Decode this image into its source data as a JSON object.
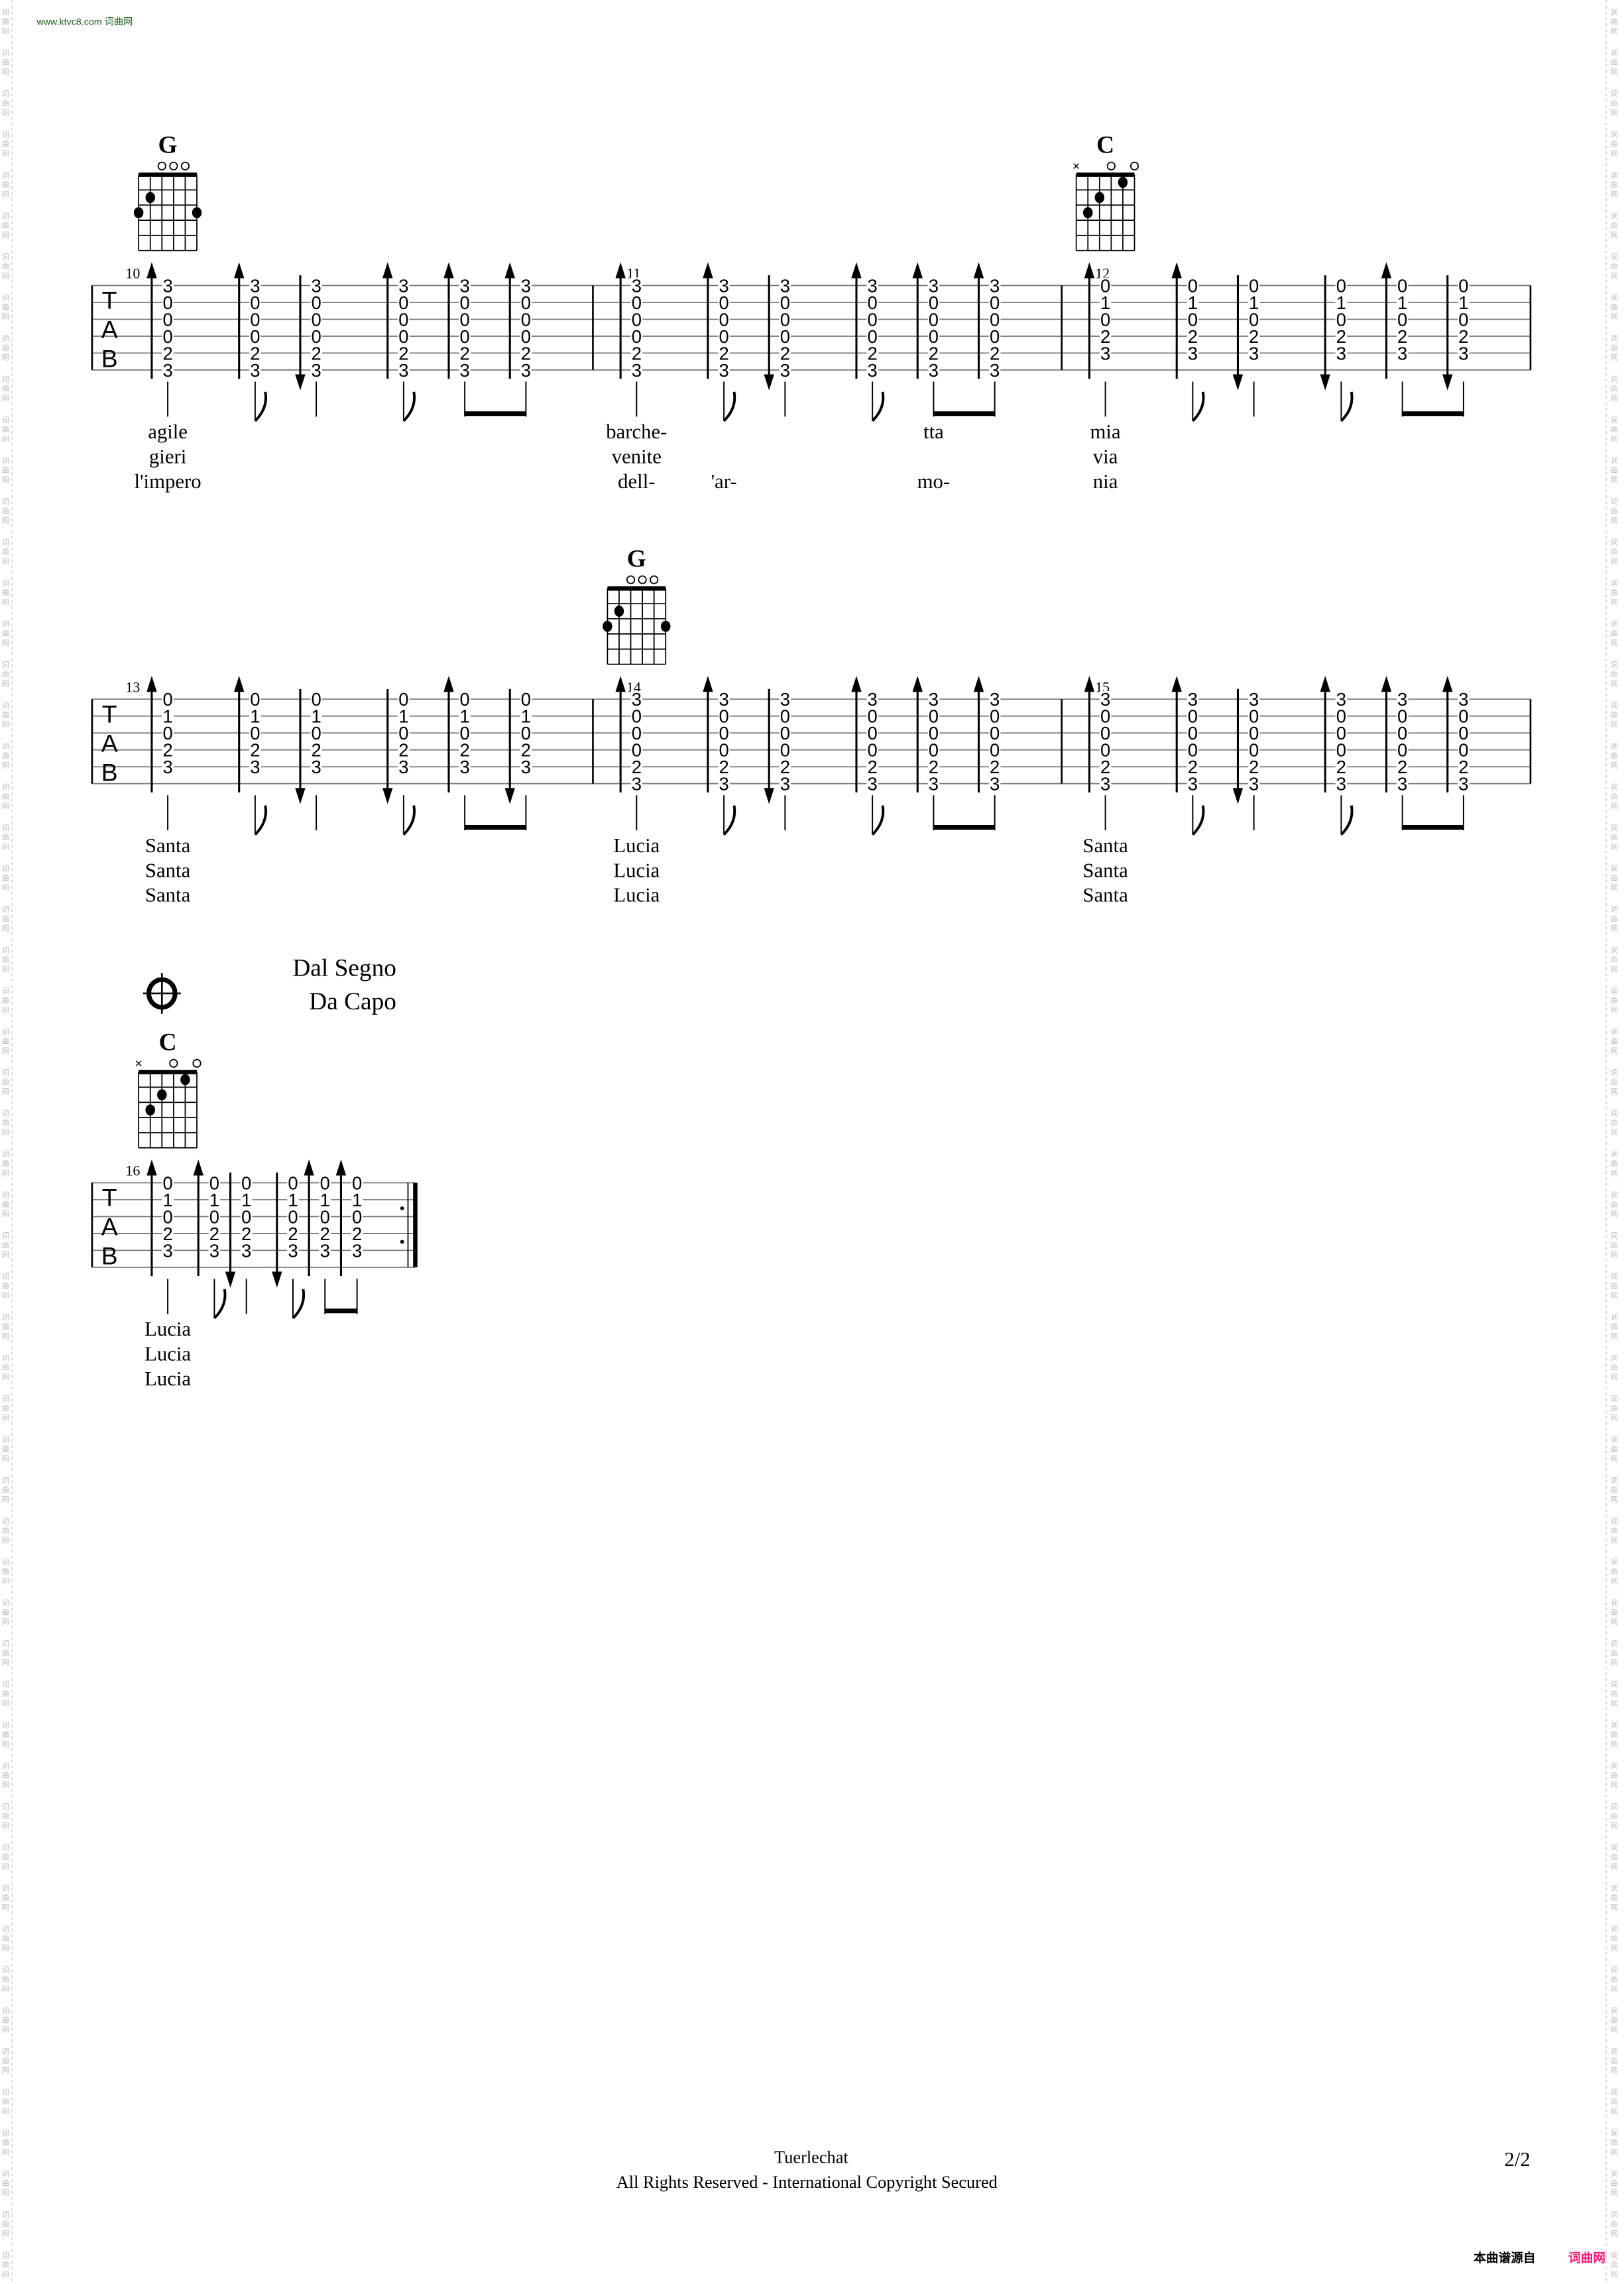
{
  "header": {
    "site": "www.ktvc8.com 词曲网",
    "site_color": "#1a5e1a"
  },
  "watermark": {
    "text": "词曲网",
    "color": "#b8b8b8"
  },
  "chords": {
    "G": {
      "name": "G",
      "shape": "320003"
    },
    "C": {
      "name": "C",
      "shape": "x32010"
    }
  },
  "tab_clef": [
    "T",
    "A",
    "B"
  ],
  "measures": [
    {
      "number": "10",
      "system": 0,
      "chord": "G",
      "frets": [
        "3",
        "0",
        "0",
        "0",
        "2",
        "3"
      ],
      "strokes": [
        "up",
        "up",
        "down",
        "up",
        "up",
        "up"
      ],
      "lyrics": [
        {
          "beat": 0,
          "lines": [
            "agile",
            "gieri",
            "l'impero"
          ]
        }
      ]
    },
    {
      "number": "11",
      "system": 0,
      "chord": null,
      "frets": [
        "3",
        "0",
        "0",
        "0",
        "2",
        "3"
      ],
      "strokes": [
        "up",
        "up",
        "down",
        "up",
        "up",
        "up"
      ],
      "lyrics": [
        {
          "beat": 0,
          "lines": [
            "barche-",
            "venite",
            "dell-"
          ]
        },
        {
          "beat": 1,
          "lines": [
            "",
            "",
            "'ar-"
          ]
        },
        {
          "beat": 4,
          "lines": [
            "tta",
            "",
            "mo-"
          ]
        }
      ]
    },
    {
      "number": "12",
      "system": 0,
      "chord": "C",
      "frets": [
        "0",
        "1",
        "0",
        "2",
        "3",
        ""
      ],
      "strokes": [
        "up",
        "up",
        "down",
        "down",
        "up",
        "down"
      ],
      "lyrics": [
        {
          "beat": 0,
          "lines": [
            "mia",
            "via",
            "nia"
          ]
        }
      ]
    },
    {
      "number": "13",
      "system": 1,
      "chord": null,
      "frets": [
        "0",
        "1",
        "0",
        "2",
        "3",
        ""
      ],
      "strokes": [
        "up",
        "up",
        "down",
        "down",
        "up",
        "down"
      ],
      "lyrics": [
        {
          "beat": 0,
          "lines": [
            "Santa",
            "Santa",
            "Santa"
          ]
        }
      ]
    },
    {
      "number": "14",
      "system": 1,
      "chord": "G",
      "frets": [
        "3",
        "0",
        "0",
        "0",
        "2",
        "3"
      ],
      "strokes": [
        "up",
        "up",
        "down",
        "up",
        "up",
        "up"
      ],
      "lyrics": [
        {
          "beat": 0,
          "lines": [
            "Lucia",
            "Lucia",
            "Lucia"
          ]
        }
      ]
    },
    {
      "number": "15",
      "system": 1,
      "chord": null,
      "frets": [
        "3",
        "0",
        "0",
        "0",
        "2",
        "3"
      ],
      "strokes": [
        "up",
        "up",
        "down",
        "up",
        "up",
        "up"
      ],
      "lyrics": [
        {
          "beat": 0,
          "lines": [
            "Santa",
            "Santa",
            "Santa"
          ]
        }
      ]
    },
    {
      "number": "16",
      "system": 2,
      "chord": "C",
      "frets": [
        "0",
        "1",
        "0",
        "2",
        "3",
        ""
      ],
      "strokes": [
        "up",
        "up",
        "down",
        "down",
        "up",
        "up"
      ],
      "lyrics": [
        {
          "beat": 0,
          "lines": [
            "Lucia",
            "Lucia",
            "Lucia"
          ]
        }
      ]
    }
  ],
  "directions": {
    "dal_segno": "Dal Segno",
    "da_capo": "Da Capo",
    "coda_icon": "coda-icon"
  },
  "footer": {
    "author": "Tuerlechat",
    "copyright": "All Rights Reserved - International Copyright Secured",
    "page": "2/2"
  },
  "source_badge": {
    "label": "本曲谱源自",
    "brand": "词曲网",
    "brand_color": "#ff1a75"
  }
}
